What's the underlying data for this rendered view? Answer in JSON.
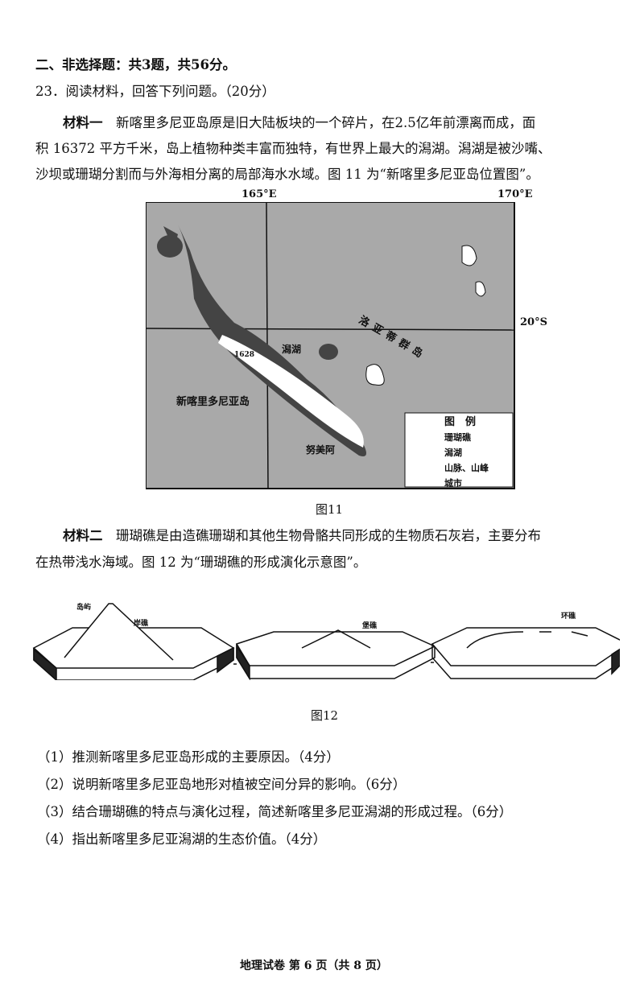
{
  "section_heading": "二、非选择题：共3题，共56分。",
  "question": "23．阅读材料，回答下列问题。（20分）",
  "material1": {
    "label": "材料一",
    "line1": "新喀里多尼亚岛原是旧大陆板块的一个碎片，在2.5亿年前漂离而成，面",
    "line2": "积 16372 平方千米，岛上植物种类丰富而独特，有世界上最大的潟湖。潟湖是被沙嘴、",
    "line3": "沙坝或珊瑚分割而与外海相分离的局部海水水域。图 11 为“新喀里多尼亚岛位置图”。"
  },
  "map": {
    "lon1": "165°E",
    "lon2": "170°E",
    "lat": "20°S",
    "island": "新喀里多尼亚岛",
    "lagoon": "潟湖",
    "peak": "1628",
    "city": "努美阿",
    "islands": "洛亚蒂群岛",
    "legend": {
      "title": "图　例",
      "items": [
        "珊瑚礁",
        "潟湖",
        "山脉、山峰",
        "城市"
      ]
    },
    "caption": "图11"
  },
  "material2": {
    "label": "材料二",
    "line1": "珊瑚礁是由造礁珊瑚和其他生物骨骼共同形成的生物质石灰岩，主要分布",
    "line2": "在热带浅水海域。图 12 为“珊瑚礁的形成演化示意图”。"
  },
  "fig12": {
    "labels": [
      "岛屿",
      "岸礁",
      "堡礁",
      "环礁"
    ],
    "caption": "图12"
  },
  "questions": [
    "（1）推测新喀里多尼亚岛形成的主要原因。（4分）",
    "（2）说明新喀里多尼亚岛地形对植被空间分异的影响。（6分）",
    "（3）结合珊瑚礁的特点与演化过程，简述新喀里多尼亚潟湖的形成过程。（6分）",
    "（4）指出新喀里多尼亚潟湖的生态价值。（4分）"
  ],
  "footer": "地理试卷 第 6 页（共 8 页）"
}
